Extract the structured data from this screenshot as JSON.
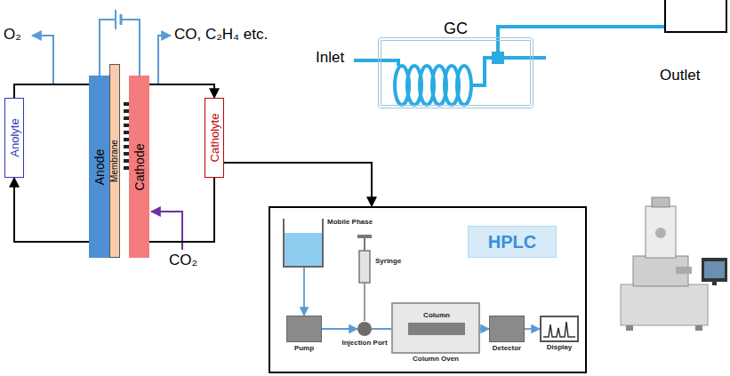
{
  "diagram": {
    "nodes": [
      {
        "text": [
          "Anolyte"
        ]
      },
      {
        "text": [
          "Anode"
        ]
      },
      {
        "text": [
          "Membrane"
        ]
      },
      {
        "text": [
          "Cathode"
        ]
      },
      {
        "text": [
          "Catholyte"
        ]
      },
      {
        "text": [
          "GC"
        ]
      },
      {
        "text": []
      },
      {
        "text": [
          "HPLC"
        ],
        "in": 6
      },
      {
        "text": [
          "Mobile Phase"
        ],
        "in": 6
      },
      {
        "text": [
          "Pump"
        ],
        "in": 6
      },
      {
        "text": [
          "Injection Port"
        ],
        "in": 6
      },
      {
        "text": [
          "Column Oven"
        ],
        "in": 6
      },
      {
        "text": [
          "Column"
        ],
        "in": 11
      },
      {
        "text": [
          "Detector"
        ],
        "in": 6
      },
      {
        "text": [
          "Display"
        ],
        "in": 6
      }
    ],
    "edges": [
      {
        "from": 0,
        "to": 1,
        "arrow": "none"
      },
      {
        "from": 1,
        "to": 0,
        "arrow": "to"
      },
      {
        "from": 3,
        "to": 4,
        "arrow": "to"
      },
      {
        "from": 4,
        "to": 3,
        "arrow": "none"
      },
      {
        "from": 4,
        "to": 6,
        "arrow": "to"
      },
      {
        "from": 8,
        "to": 9,
        "arrow": "to"
      },
      {
        "from": 9,
        "to": 10,
        "arrow": "to"
      },
      {
        "from": 10,
        "to": 12,
        "arrow": "to"
      },
      {
        "from": 11,
        "to": 13,
        "arrow": "to"
      },
      {
        "from": 13,
        "to": 14,
        "arrow": "to"
      }
    ],
    "labels": [
      "O₂",
      "CO, C₂H₄ etc.",
      "CO₂",
      "Inlet",
      "Outlet",
      "Syringe"
    ]
  }
}
